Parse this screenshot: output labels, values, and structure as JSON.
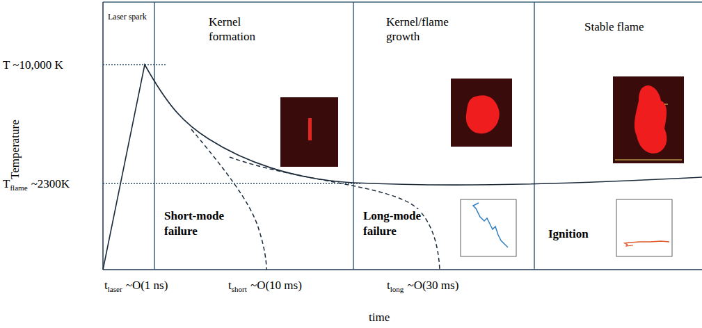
{
  "diagram": {
    "nodes": [
      {
        "text": [
          "Laser spark"
        ]
      },
      {
        "text": [
          "Kernel formation"
        ]
      },
      {
        "text": [
          "Kernel/flame growth"
        ]
      },
      {
        "text": [
          "Stable flame"
        ]
      }
    ],
    "labels": [
      "T ~10,000 K",
      "T",
      "flame",
      "~2300K",
      "Temperature",
      "Short-mode failure",
      "Long-mode failure",
      "Ignition",
      "t",
      "laser",
      "~O(1 ns)",
      "t",
      "short",
      "~O(10 ms)",
      "t",
      "long",
      "~O(30 ms)",
      "time"
    ]
  }
}
